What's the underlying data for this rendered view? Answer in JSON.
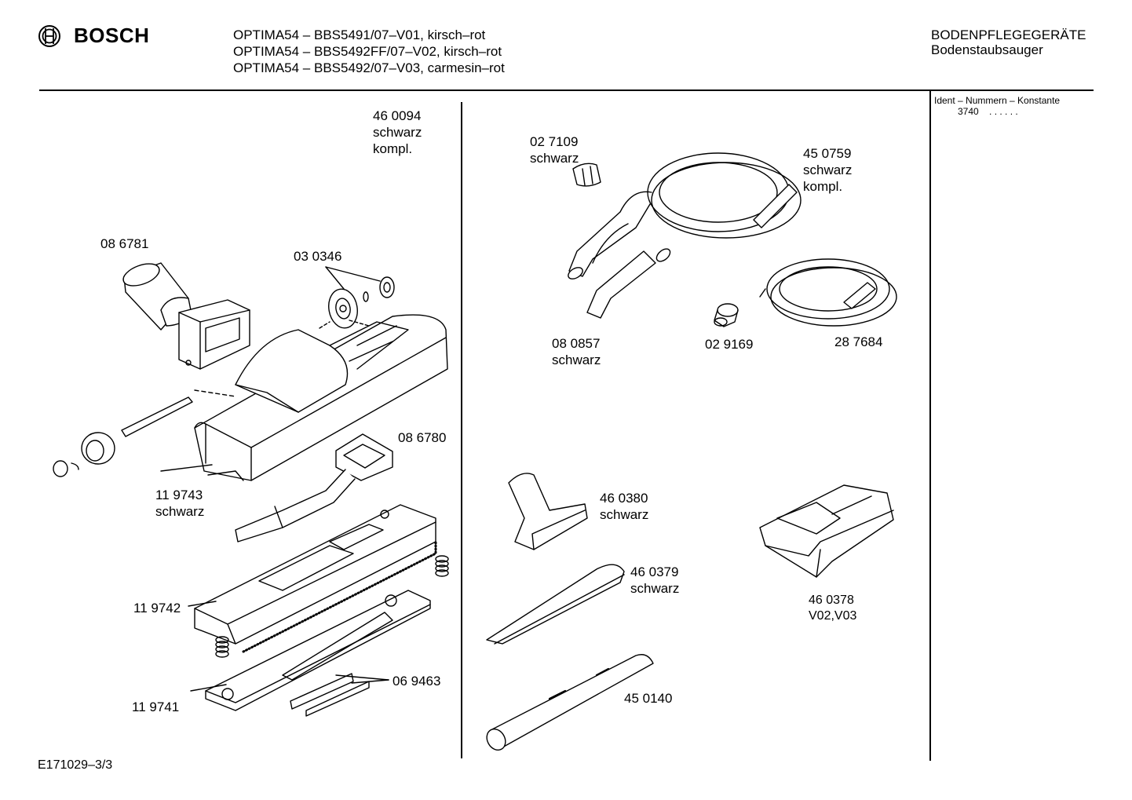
{
  "header": {
    "brand": "BOSCH",
    "models": [
      "OPTIMA54 – BBS5491/07–V01, kirsch–rot",
      "OPTIMA54 – BBS5492FF/07–V02, kirsch–rot",
      "OPTIMA54 – BBS5492/07–V03, carmesin–rot"
    ],
    "category": "BODENPFLEGEGERÄTE",
    "subcategory": "Bodenstaubsauger"
  },
  "ident": {
    "title": "Ident – Nummern – Konstante",
    "number": "3740",
    "dots": ". .    . . . ."
  },
  "parts": {
    "p460094": {
      "number": "46 0094",
      "line2": "schwarz",
      "line3": "kompl."
    },
    "p086781": {
      "number": "08 6781"
    },
    "p030346": {
      "number": "03 0346"
    },
    "p086780": {
      "number": "08 6780"
    },
    "p119743": {
      "number": "11 9743",
      "line2": "schwarz"
    },
    "p119742": {
      "number": "11 9742"
    },
    "p119741": {
      "number": "11 9741"
    },
    "p069463": {
      "number": "06 9463"
    },
    "p027109": {
      "number": "02 7109",
      "line2": "schwarz"
    },
    "p450759": {
      "number": "45 0759",
      "line2": "schwarz",
      "line3": "kompl."
    },
    "p080857": {
      "number": "08 0857",
      "line2": "schwarz"
    },
    "p029169": {
      "number": "02 9169"
    },
    "p287684": {
      "number": "28 7684"
    },
    "p460380": {
      "number": "46 0380",
      "line2": "schwarz"
    },
    "p460379": {
      "number": "46 0379",
      "line2": "schwarz"
    },
    "p460378": {
      "number": "46 0378",
      "line2": "V02,V03"
    },
    "p450140": {
      "number": "45 0140"
    }
  },
  "footer": {
    "code": "E171029–3/3"
  }
}
